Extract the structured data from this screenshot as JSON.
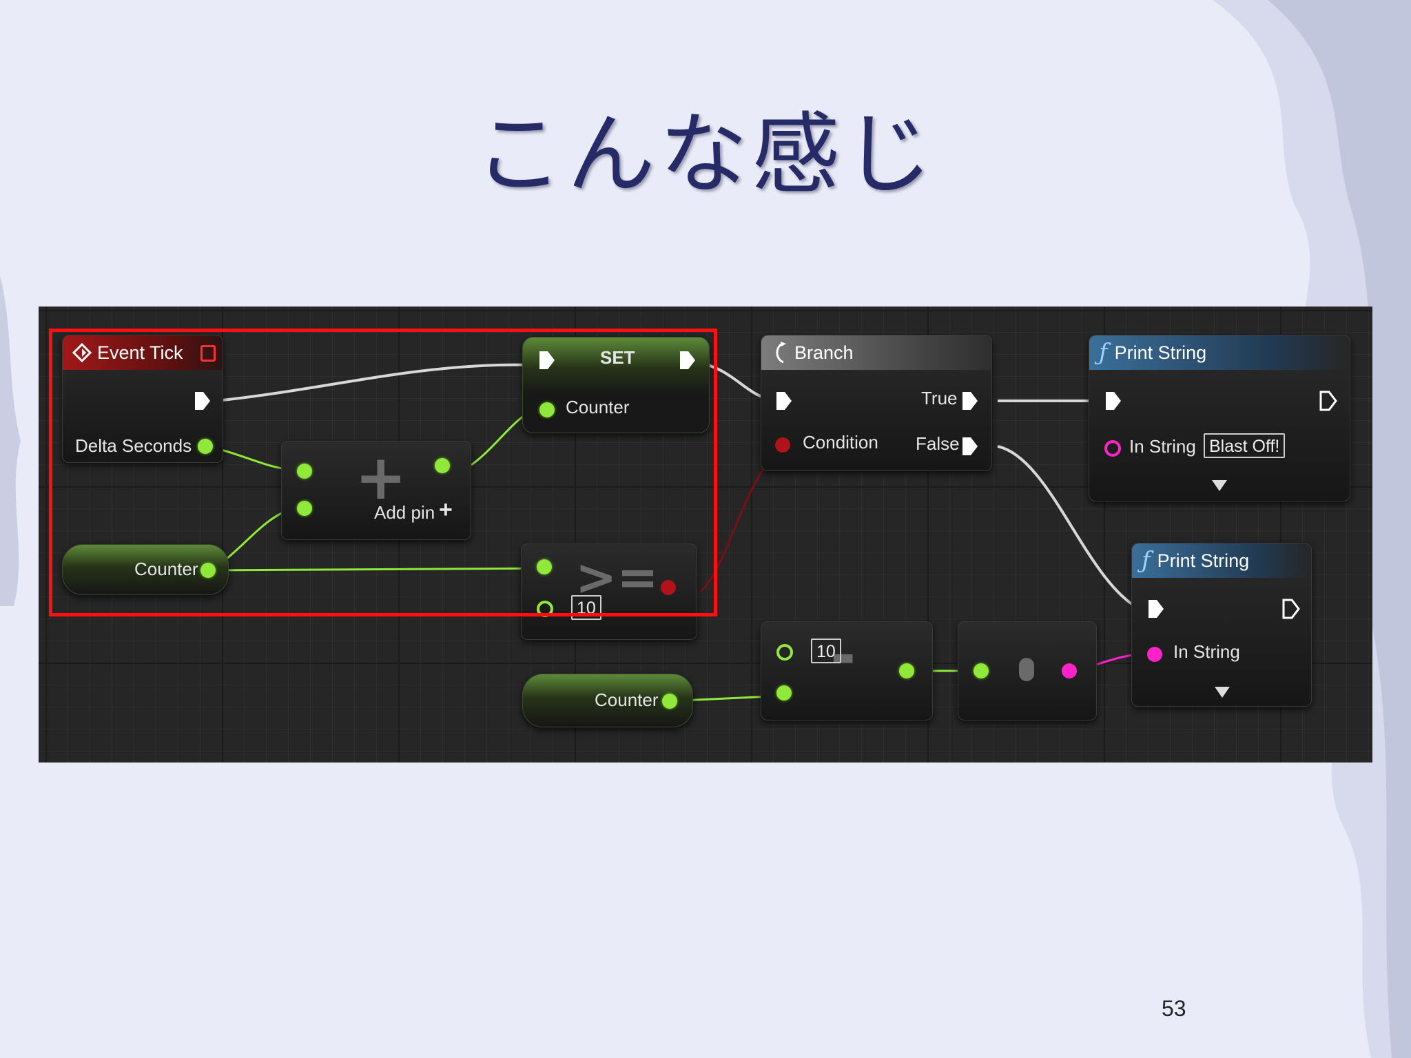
{
  "slide": {
    "title": "こんな感じ",
    "page_number": "53"
  },
  "nodes": {
    "event_tick": {
      "title": "Event Tick",
      "output": "Delta Seconds"
    },
    "add": {
      "add_pin": "Add pin",
      "add_pin_icon": "+",
      "symbol": "+"
    },
    "counter_get_1": {
      "label": "Counter"
    },
    "counter_get_2": {
      "label": "Counter"
    },
    "set": {
      "title": "SET",
      "input": "Counter"
    },
    "compare": {
      "symbol": ">=",
      "value": "10"
    },
    "branch": {
      "title": "Branch",
      "condition": "Condition",
      "true": "True",
      "false": "False"
    },
    "print_string_1": {
      "title": "Print String",
      "input": "In String",
      "value": "Blast Off!"
    },
    "print_string_2": {
      "title": "Print String",
      "input": "In String"
    },
    "subtract": {
      "value": "10",
      "symbol": "-"
    },
    "convert": {
      "symbol": "●"
    }
  },
  "icons": {
    "event": "diamond-icon",
    "branch": "branch-icon",
    "function": "ƒ"
  },
  "colors": {
    "float_pin": "#8fe83a",
    "string_pin": "#ff22c8",
    "bool_pin": "#b0141a",
    "highlight": "#ff1010"
  }
}
